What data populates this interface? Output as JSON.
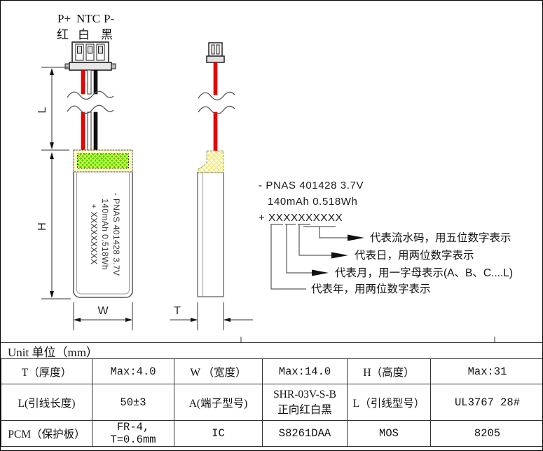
{
  "colors": {
    "wire_red": "#ee0000",
    "pcm_green": "#3fdd00",
    "hatch_yellow": "#ffff55",
    "tape_yellow": "#ffffbe",
    "line_dark": "#333333"
  },
  "front_view": {
    "pin_labels": [
      "P+",
      "NTC",
      "P-"
    ],
    "wire_color_labels": [
      "红",
      "白",
      "黑"
    ],
    "print_lines": [
      "- PNAS 401428 3.7V",
      "140mAh 0.518Wh",
      "+ XXXXXXXXX"
    ]
  },
  "dimensions": {
    "lead_length": "L",
    "height": "H",
    "width": "W",
    "thickness": "T"
  },
  "label_legend": {
    "line1": "- PNAS 401428 3.7V",
    "line2": "140mAh  0.518Wh",
    "line3": "+ XXXXXXXXXX",
    "callouts": [
      "代表流水码，用五位数字表示",
      "代表日，用两位数字表示",
      "代表月，用一字母表示(A、B、C....L)",
      "代表年，用两位数字表示"
    ]
  },
  "table": {
    "unit_header": "Unit 单位（mm）",
    "rows": [
      [
        "T（厚度）",
        "Max:4.0",
        "W （宽度）",
        "Max:14.0",
        "H（高度）",
        "Max:31"
      ],
      [
        "L(引线长度)",
        "50±3",
        "A(端子型号)",
        "SHR-03V-S-B\n正向红白黑",
        "L（引线型号）",
        "UL3767 28#"
      ],
      [
        "PCM（保护板）",
        "FR-4, T=0.6mm",
        "IC",
        "S8261DAA",
        "MOS",
        "8205"
      ]
    ]
  }
}
